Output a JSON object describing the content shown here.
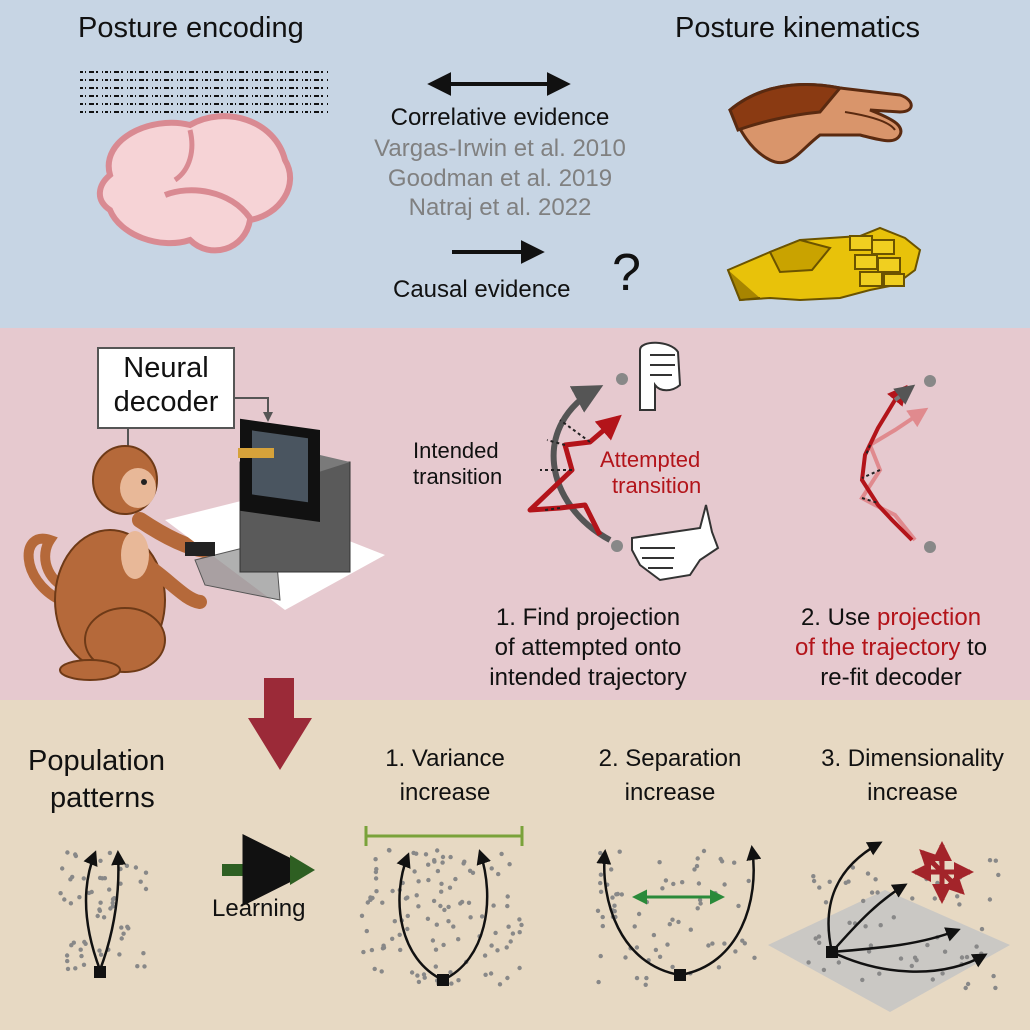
{
  "top": {
    "left_title": "Posture encoding",
    "right_title": "Posture kinematics",
    "correlative_label": "Correlative evidence",
    "citations": [
      "Vargas-Irwin et al. 2010",
      "Goodman et al. 2019",
      "Natraj et al. 2022"
    ],
    "causal_label": "Causal evidence",
    "question_mark": "?"
  },
  "middle": {
    "decoder_label_line1": "Neural",
    "decoder_label_line2": "decoder",
    "intended_line1": "Intended",
    "intended_line2": "transition",
    "attempted_line1": "Attempted",
    "attempted_line2": "transition",
    "step1_line1": "1. Find projection",
    "step1_line2": "of attempted onto",
    "step1_line3": "intended trajectory",
    "step2_prefix": "2. Use ",
    "step2_red1": "projection",
    "step2_red2": "of the trajectory",
    "step2_suffix": " to",
    "step2_line3": "re-fit decoder"
  },
  "bottom": {
    "population_line1": "Population",
    "population_line2": "patterns",
    "learning_label": "Learning",
    "variance_line1": "1. Variance",
    "variance_line2": "increase",
    "separation_line1": "2. Separation",
    "separation_line2": "increase",
    "dimensionality_line1": "3. Dimensionality",
    "dimensionality_line2": "increase"
  },
  "colors": {
    "top_bg": "#c7d5e4",
    "middle_bg": "#e6c9cf",
    "bottom_bg": "#e7d9c3",
    "attempted_red": "#b3141a",
    "big_arrow": "#9b2a38",
    "learning_arrow": "#2e5f22",
    "variance_bar": "#7aa23a",
    "separation_arrow": "#2a8a3a"
  }
}
